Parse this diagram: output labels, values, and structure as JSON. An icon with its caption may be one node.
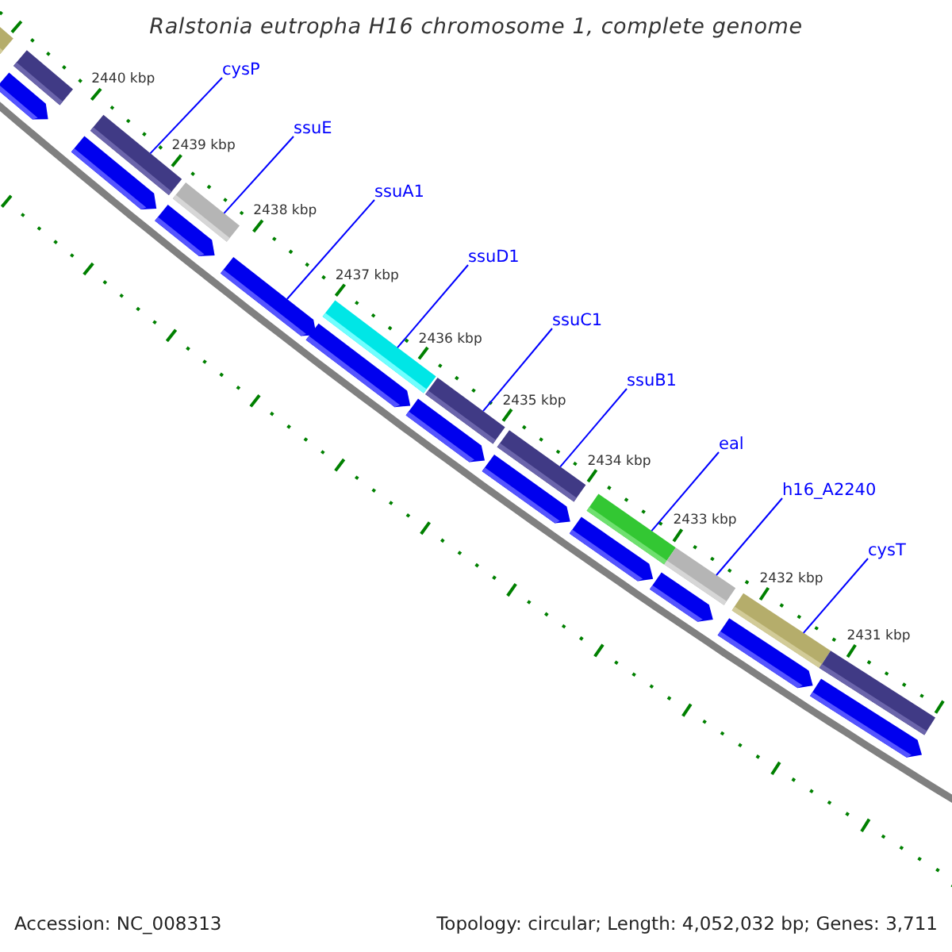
{
  "diagram": {
    "title": "Ralstonia eutropha H16 chromosome 1, complete genome",
    "nodes": [
      {
        "text": [
          "cysP"
        ]
      },
      {
        "text": [
          "ssuE"
        ]
      },
      {
        "text": [
          "ssuA1"
        ]
      },
      {
        "text": [
          "ssuD1"
        ]
      },
      {
        "text": [
          "ssuC1"
        ]
      },
      {
        "text": [
          "ssuB1"
        ]
      },
      {
        "text": [
          "eal"
        ]
      },
      {
        "text": [
          "h16_A2240"
        ]
      },
      {
        "text": [
          "cysT"
        ]
      },
      {
        "text": [],
        "shape": "bar"
      },
      {
        "text": [],
        "shape": "bar"
      },
      {
        "text": [],
        "shape": "bar"
      },
      {
        "text": [],
        "shape": "bar"
      },
      {
        "text": [],
        "shape": "bar"
      },
      {
        "text": [],
        "shape": "bar"
      },
      {
        "text": [],
        "shape": "bar"
      },
      {
        "text": [],
        "shape": "bar"
      },
      {
        "text": [],
        "shape": "bar"
      },
      {
        "text": [],
        "shape": "bar"
      },
      {
        "text": [],
        "shape": "bar"
      },
      {
        "text": [],
        "shape": "bar"
      },
      {
        "text": [],
        "shape": "bar"
      },
      {
        "text": [],
        "shape": "bar"
      },
      {
        "text": [],
        "shape": "bar"
      },
      {
        "text": [],
        "shape": "bar"
      },
      {
        "text": [],
        "shape": "bar"
      },
      {
        "text": [],
        "shape": "bar"
      },
      {
        "text": [],
        "shape": "bar"
      },
      {
        "text": [],
        "shape": "bar"
      },
      {
        "text": [],
        "shape": "bar"
      },
      {
        "text": [],
        "shape": "bar"
      }
    ],
    "edges": [
      {
        "from": 0,
        "to": 11,
        "arrow": "none"
      },
      {
        "from": 1,
        "to": 12,
        "arrow": "none"
      },
      {
        "from": 2,
        "to": 23,
        "arrow": "none"
      },
      {
        "from": 3,
        "to": 13,
        "arrow": "none"
      },
      {
        "from": 4,
        "to": 14,
        "arrow": "none"
      },
      {
        "from": 5,
        "to": 15,
        "arrow": "none"
      },
      {
        "from": 6,
        "to": 16,
        "arrow": "none"
      },
      {
        "from": 7,
        "to": 17,
        "arrow": "none"
      },
      {
        "from": 8,
        "to": 18,
        "arrow": "none"
      }
    ],
    "labels": [
      "2440 kbp",
      "2439 kbp",
      "2438 kbp",
      "2437 kbp",
      "2436 kbp",
      "2435 kbp",
      "2434 kbp",
      "2433 kbp",
      "2432 kbp",
      "2431 kbp",
      "Accession: NC_008313",
      "Topology: circular; Length: 4,052,032 bp; Genes: 3,711"
    ]
  }
}
